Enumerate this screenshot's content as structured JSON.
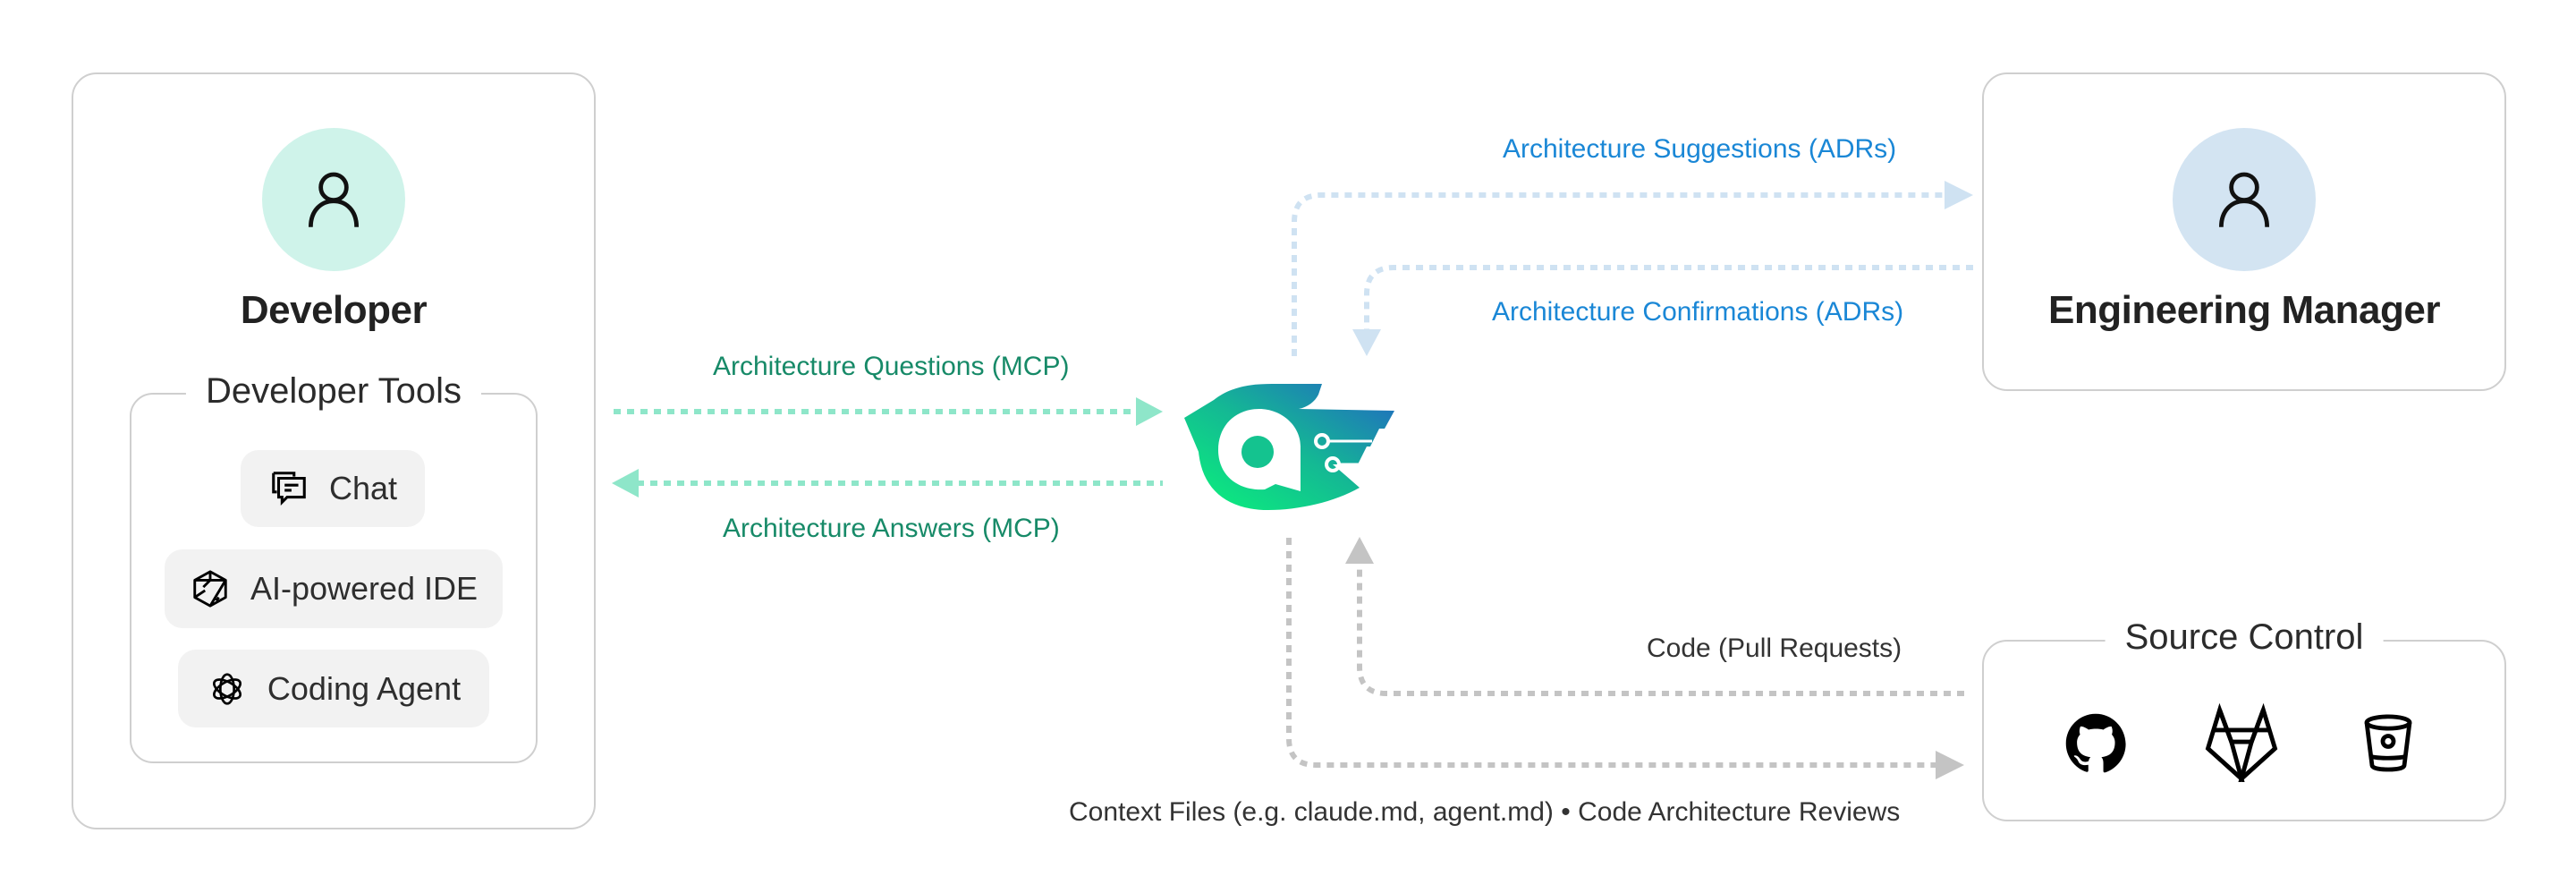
{
  "developer": {
    "title": "Developer",
    "avatar_icon": "user-icon",
    "avatar_color": "#cff3ea",
    "tools_group": {
      "label": "Developer Tools",
      "items": [
        {
          "label": "Chat",
          "icon": "chat-bubbles-icon"
        },
        {
          "label": "AI-powered IDE",
          "icon": "cube-ide-icon"
        },
        {
          "label": "Coding Agent",
          "icon": "openai-knot-icon"
        }
      ]
    }
  },
  "engineering_manager": {
    "title": "Engineering Manager",
    "avatar_icon": "user-icon",
    "avatar_color": "#d3e4f2"
  },
  "source_control": {
    "label": "Source Control",
    "items": [
      {
        "name": "GitHub",
        "icon": "github-icon"
      },
      {
        "name": "GitLab",
        "icon": "gitlab-icon"
      },
      {
        "name": "Bitbucket",
        "icon": "bitbucket-icon"
      }
    ]
  },
  "hub": {
    "logo_icon": "bird-logo-icon"
  },
  "flows": {
    "questions": "Architecture Questions (MCP)",
    "answers": "Architecture Answers (MCP)",
    "suggestions": "Architecture Suggestions (ADRs)",
    "confirmations": "Architecture Confirmations (ADRs)",
    "pull_requests": "Code (Pull Requests)",
    "context_files": "Context Files (e.g. claude.md, agent.md) • Code Architecture Reviews"
  },
  "colors": {
    "mcp_arrow": "#8ee6c9",
    "mcp_text": "#178a68",
    "adr_arrow": "#cfe2f2",
    "adr_text": "#1a87d6",
    "code_arrow": "#c4c4c4",
    "code_text": "#333333"
  }
}
